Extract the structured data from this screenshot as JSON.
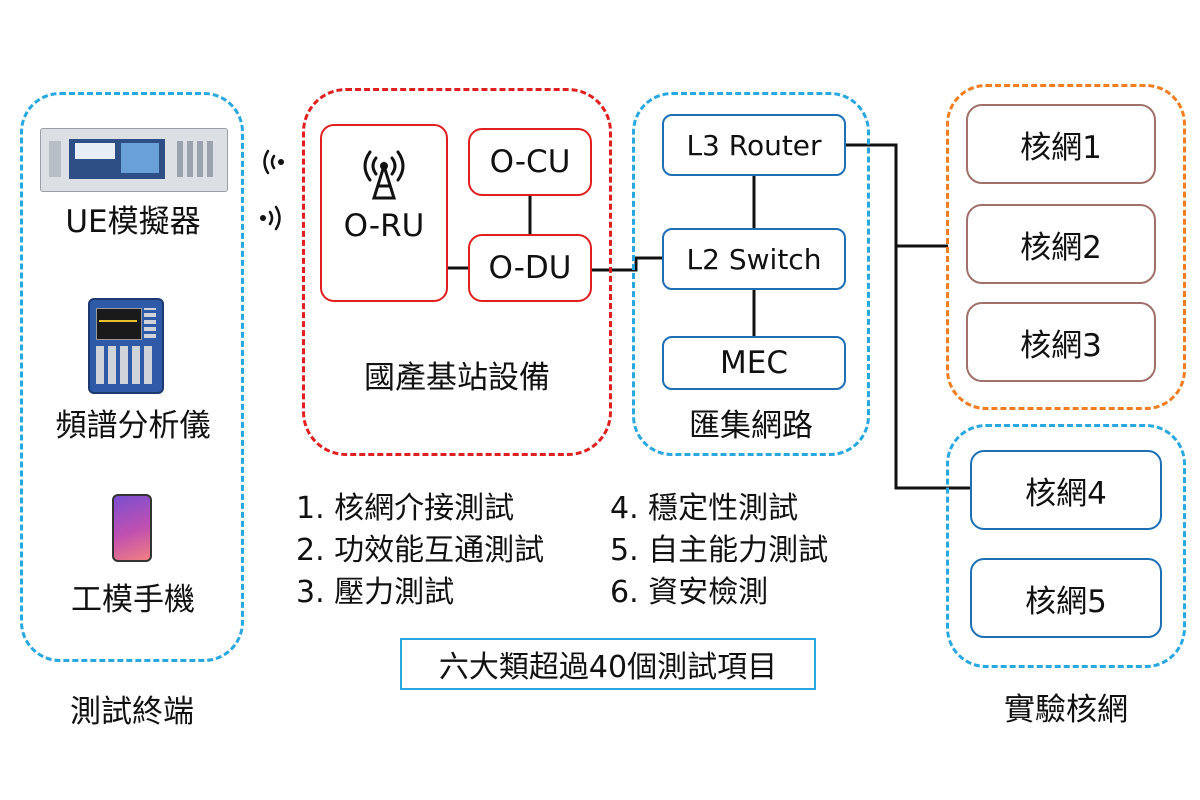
{
  "terminals": {
    "devices": [
      "UE模擬器",
      "頻譜分析儀",
      "工模手機"
    ],
    "label": "測試終端"
  },
  "base_station": {
    "oru": "O-RU",
    "ocu": "O-CU",
    "odu": "O-DU",
    "label": "國產基站設備"
  },
  "aggregation": {
    "router": "L3 Router",
    "switch": "L2 Switch",
    "mec": "MEC",
    "label": "匯集網路"
  },
  "core": {
    "group_a": [
      "核網1",
      "核網2",
      "核網3"
    ],
    "group_b": [
      "核網4",
      "核網5"
    ],
    "label": "實驗核網"
  },
  "tests": {
    "left": [
      "1. 核網介接測試",
      "2. 功效能互通測試",
      "3. 壓力測試"
    ],
    "right": [
      "4. 穩定性測試",
      "5. 自主能力測試",
      "6. 資安檢測"
    ],
    "summary": "六大類超過40個測試項目"
  },
  "colors": {
    "cyan_dash": "#29a8e0",
    "red_dash": "#e02020",
    "orange_dash": "#f07d20",
    "node_blue": "#1f6fb5",
    "core_brown": "#a0706a"
  }
}
